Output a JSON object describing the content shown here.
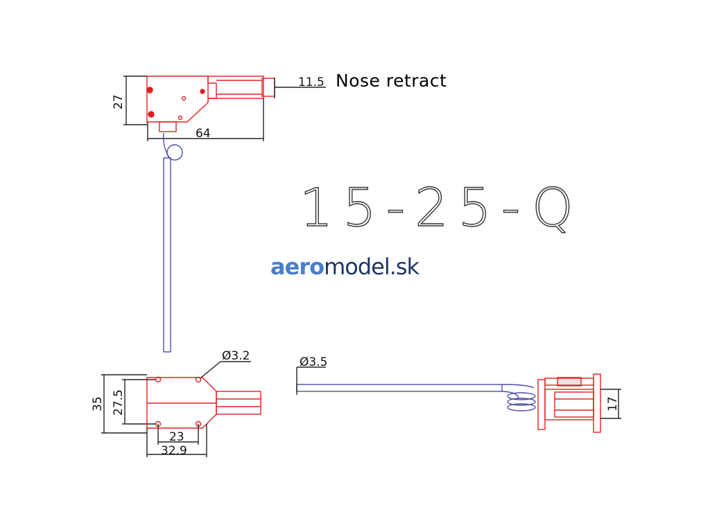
{
  "note": "Nose retract",
  "model_code": "15-25-Q",
  "brand": {
    "part1": "aero",
    "part2": "model.sk",
    "accent": "#4a7fc9",
    "dark": "#1f3563"
  },
  "colors": {
    "part": "#e02020",
    "strut": "#4b4ba8",
    "dimension": "#222222"
  },
  "dimensions": {
    "top_height": "27",
    "top_width": "64",
    "top_ext": "11.5",
    "bottom_height_outer": "35",
    "bottom_height_inner": "27.5",
    "hole_dia": "Ø3.2",
    "bottom_inner_width": "23",
    "bottom_outer_width": "32.9",
    "wire_dia": "Ø3.5",
    "side_height": "17"
  }
}
